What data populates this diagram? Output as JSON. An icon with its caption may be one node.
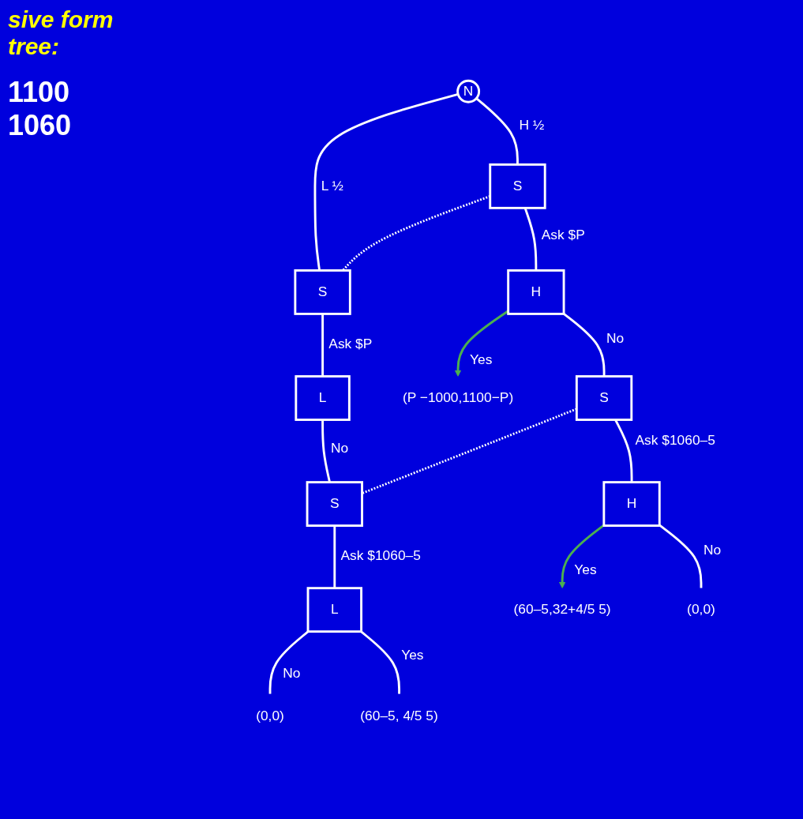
{
  "diagram": {
    "title": "sive form tree:",
    "nodes": [
      {
        "text": [
          "N"
        ]
      },
      {
        "text": [
          "S"
        ]
      },
      {
        "text": [
          "S"
        ]
      },
      {
        "text": [
          "H"
        ]
      },
      {
        "text": [
          "L"
        ]
      },
      {
        "text": [
          "(P −1000,1100−P)"
        ]
      },
      {
        "text": [
          "S"
        ]
      },
      {
        "text": [
          "S"
        ]
      },
      {
        "text": [
          "H"
        ]
      },
      {
        "text": [
          "L"
        ]
      },
      {
        "text": [
          "(60–5,32+4/5 5)"
        ]
      },
      {
        "text": [
          "(0,0)"
        ]
      },
      {
        "text": [
          "(0,0)"
        ]
      },
      {
        "text": [
          "(60–5, 4/5 5)"
        ]
      }
    ],
    "edges": [
      {
        "from": 0,
        "to": 1,
        "arrow": "none",
        "label": "H ½"
      },
      {
        "from": 0,
        "to": 2,
        "arrow": "none",
        "label": "L ½"
      },
      {
        "from": 1,
        "to": 2,
        "arrow": "none",
        "style": "dashed"
      },
      {
        "from": 1,
        "to": 3,
        "arrow": "none",
        "label": "Ask $P"
      },
      {
        "from": 2,
        "to": 4,
        "arrow": "none",
        "label": "Ask $P"
      },
      {
        "from": 3,
        "to": 5,
        "arrow": "to",
        "label": "Yes",
        "color": "#4caf50"
      },
      {
        "from": 3,
        "to": 6,
        "arrow": "none",
        "label": "No"
      },
      {
        "from": 4,
        "to": 7,
        "arrow": "none",
        "label": "No"
      },
      {
        "from": 6,
        "to": 7,
        "arrow": "none",
        "style": "dashed"
      },
      {
        "from": 6,
        "to": 8,
        "arrow": "none",
        "label": "Ask $1060–5"
      },
      {
        "from": 7,
        "to": 9,
        "arrow": "none",
        "label": "Ask $1060–5"
      },
      {
        "from": 8,
        "to": 10,
        "arrow": "to",
        "label": "Yes",
        "color": "#4caf50"
      },
      {
        "from": 8,
        "to": 11,
        "arrow": "none",
        "label": "No"
      },
      {
        "from": 9,
        "to": 12,
        "arrow": "none",
        "label": "No"
      },
      {
        "from": 9,
        "to": 13,
        "arrow": "none",
        "label": "Yes"
      }
    ],
    "labels": [
      "1100",
      "1060"
    ]
  }
}
